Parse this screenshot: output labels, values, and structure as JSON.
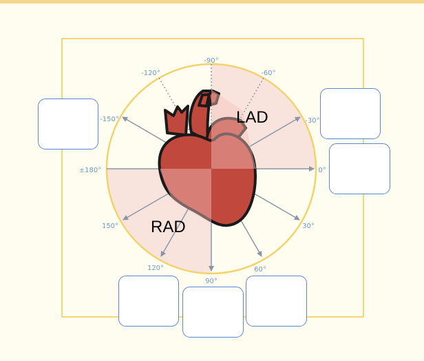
{
  "diagram": {
    "axis_labels": {
      "deg_neg90": "-90°",
      "deg_neg120": "-120°",
      "deg_neg60": "-60°",
      "deg_neg150": "-150°",
      "deg_neg30": "-30°",
      "deg_180": "±180°",
      "deg_0": "0°",
      "deg_150": "150°",
      "deg_30": "30°",
      "deg_120": "120°",
      "deg_90": "90°",
      "deg_60": "60°"
    },
    "region_labels": {
      "lad": "LAD",
      "rad": "RAD"
    },
    "colors": {
      "frame": "#f2c94c",
      "circle": "#f2d36b",
      "quadrant_fill": "#f8dfd9",
      "heart_red": "#c0483c",
      "heart_outline": "#1a1a1a",
      "arrow": "#8a96a8",
      "label_blue": "#6a9cc4",
      "box_border": "#5b86d6"
    }
  }
}
